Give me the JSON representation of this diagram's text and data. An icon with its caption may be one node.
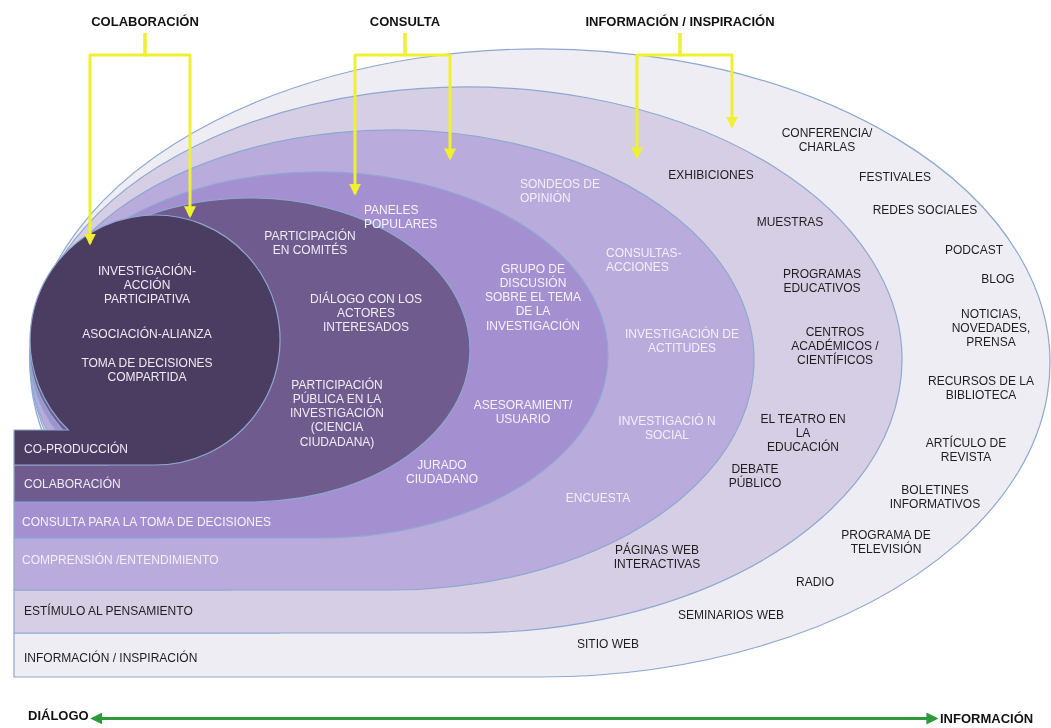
{
  "diagram": {
    "nodes": [
      {
        "text": [
          "COLABORACIÓN"
        ]
      },
      {
        "text": [
          "CONSULTA"
        ]
      },
      {
        "text": [
          "INFORMACIÓN / INSPIRACIÓN"
        ]
      },
      {
        "text": [
          "INFORMACIÓN / INSPIRACIÓN",
          "CONFERENCIA/ CHARLAS",
          "FESTIVALES",
          "REDES SOCIALES",
          "PODCAST",
          "BLOG",
          "NOTICIAS, NOVEDADES, PRENSA",
          "RECURSOS DE LA BIBLIOTECA",
          "ARTÍCULO DE REVISTA",
          "BOLETINES INFORMATIVOS",
          "PROGRAMA DE TELEVISIÓN",
          "RADIO",
          "SEMINARIOS WEB",
          "SITIO WEB"
        ]
      },
      {
        "text": [
          "ESTÍMULO AL PENSAMIENTO",
          "EXHIBICIONES",
          "MUESTRAS",
          "PROGRAMAS EDUCATIVOS",
          "CENTROS ACADÉMICOS / CIENTÍFICOS",
          "EL TEATRO EN LA EDUCACIÓN",
          "DEBATE PÚBLICO",
          "PÁGINAS WEB INTERACTIVAS"
        ],
        "in": 3
      },
      {
        "text": [
          "COMPRENSIÓN /ENTENDIMIENTO",
          "SONDEOS DE OPINIÓN",
          "CONSULTAS- ACCIONES",
          "INVESTIGACIÓN DE ACTITUDES",
          "INVESTIGACIÓ N SOCIAL",
          "ENCUESTA"
        ],
        "in": 4
      },
      {
        "text": [
          "CONSULTA PARA LA TOMA DE DECISIONES",
          "PANELES POPULARES",
          "GRUPO DE DISCUSIÓN SOBRE EL TEMA DE LA INVESTIGACIÓN",
          "ASESORAMIENT/ USUARIO",
          "JURADO CIUDADANO"
        ],
        "in": 5
      },
      {
        "text": [
          "COLABORACIÓN",
          "PARTICIPACIÓN EN COMITÉS",
          "DIÁLOGO CON LOS ACTORES INTERESADOS",
          "PARTICIPACIÓN PÚBLICA EN LA INVESTIGACIÓN (CIENCIA CIUDADANA)"
        ],
        "in": 6
      },
      {
        "text": [
          "CO-PRODUCCIÓN",
          "INVESTIGACIÓN- ACCIÓN PARTICIPATIVA",
          "ASOCIACIÓN-ALIANZA",
          "TOMA DE DECISIONES COMPARTIDA"
        ],
        "in": 7
      },
      {
        "text": [
          "DIÁLOGO"
        ]
      },
      {
        "text": [
          "INFORMACIÓN"
        ]
      }
    ],
    "edges": [
      {
        "from": 0,
        "to": 8,
        "arrow": "to"
      },
      {
        "from": 0,
        "to": 7,
        "arrow": "to"
      },
      {
        "from": 1,
        "to": 6,
        "arrow": "to"
      },
      {
        "from": 1,
        "to": 5,
        "arrow": "to"
      },
      {
        "from": 2,
        "to": 4,
        "arrow": "to"
      },
      {
        "from": 2,
        "to": 3,
        "arrow": "to"
      },
      {
        "from": 9,
        "to": 10,
        "arrow": "both",
        "color": "#2e9a3a"
      }
    ]
  }
}
